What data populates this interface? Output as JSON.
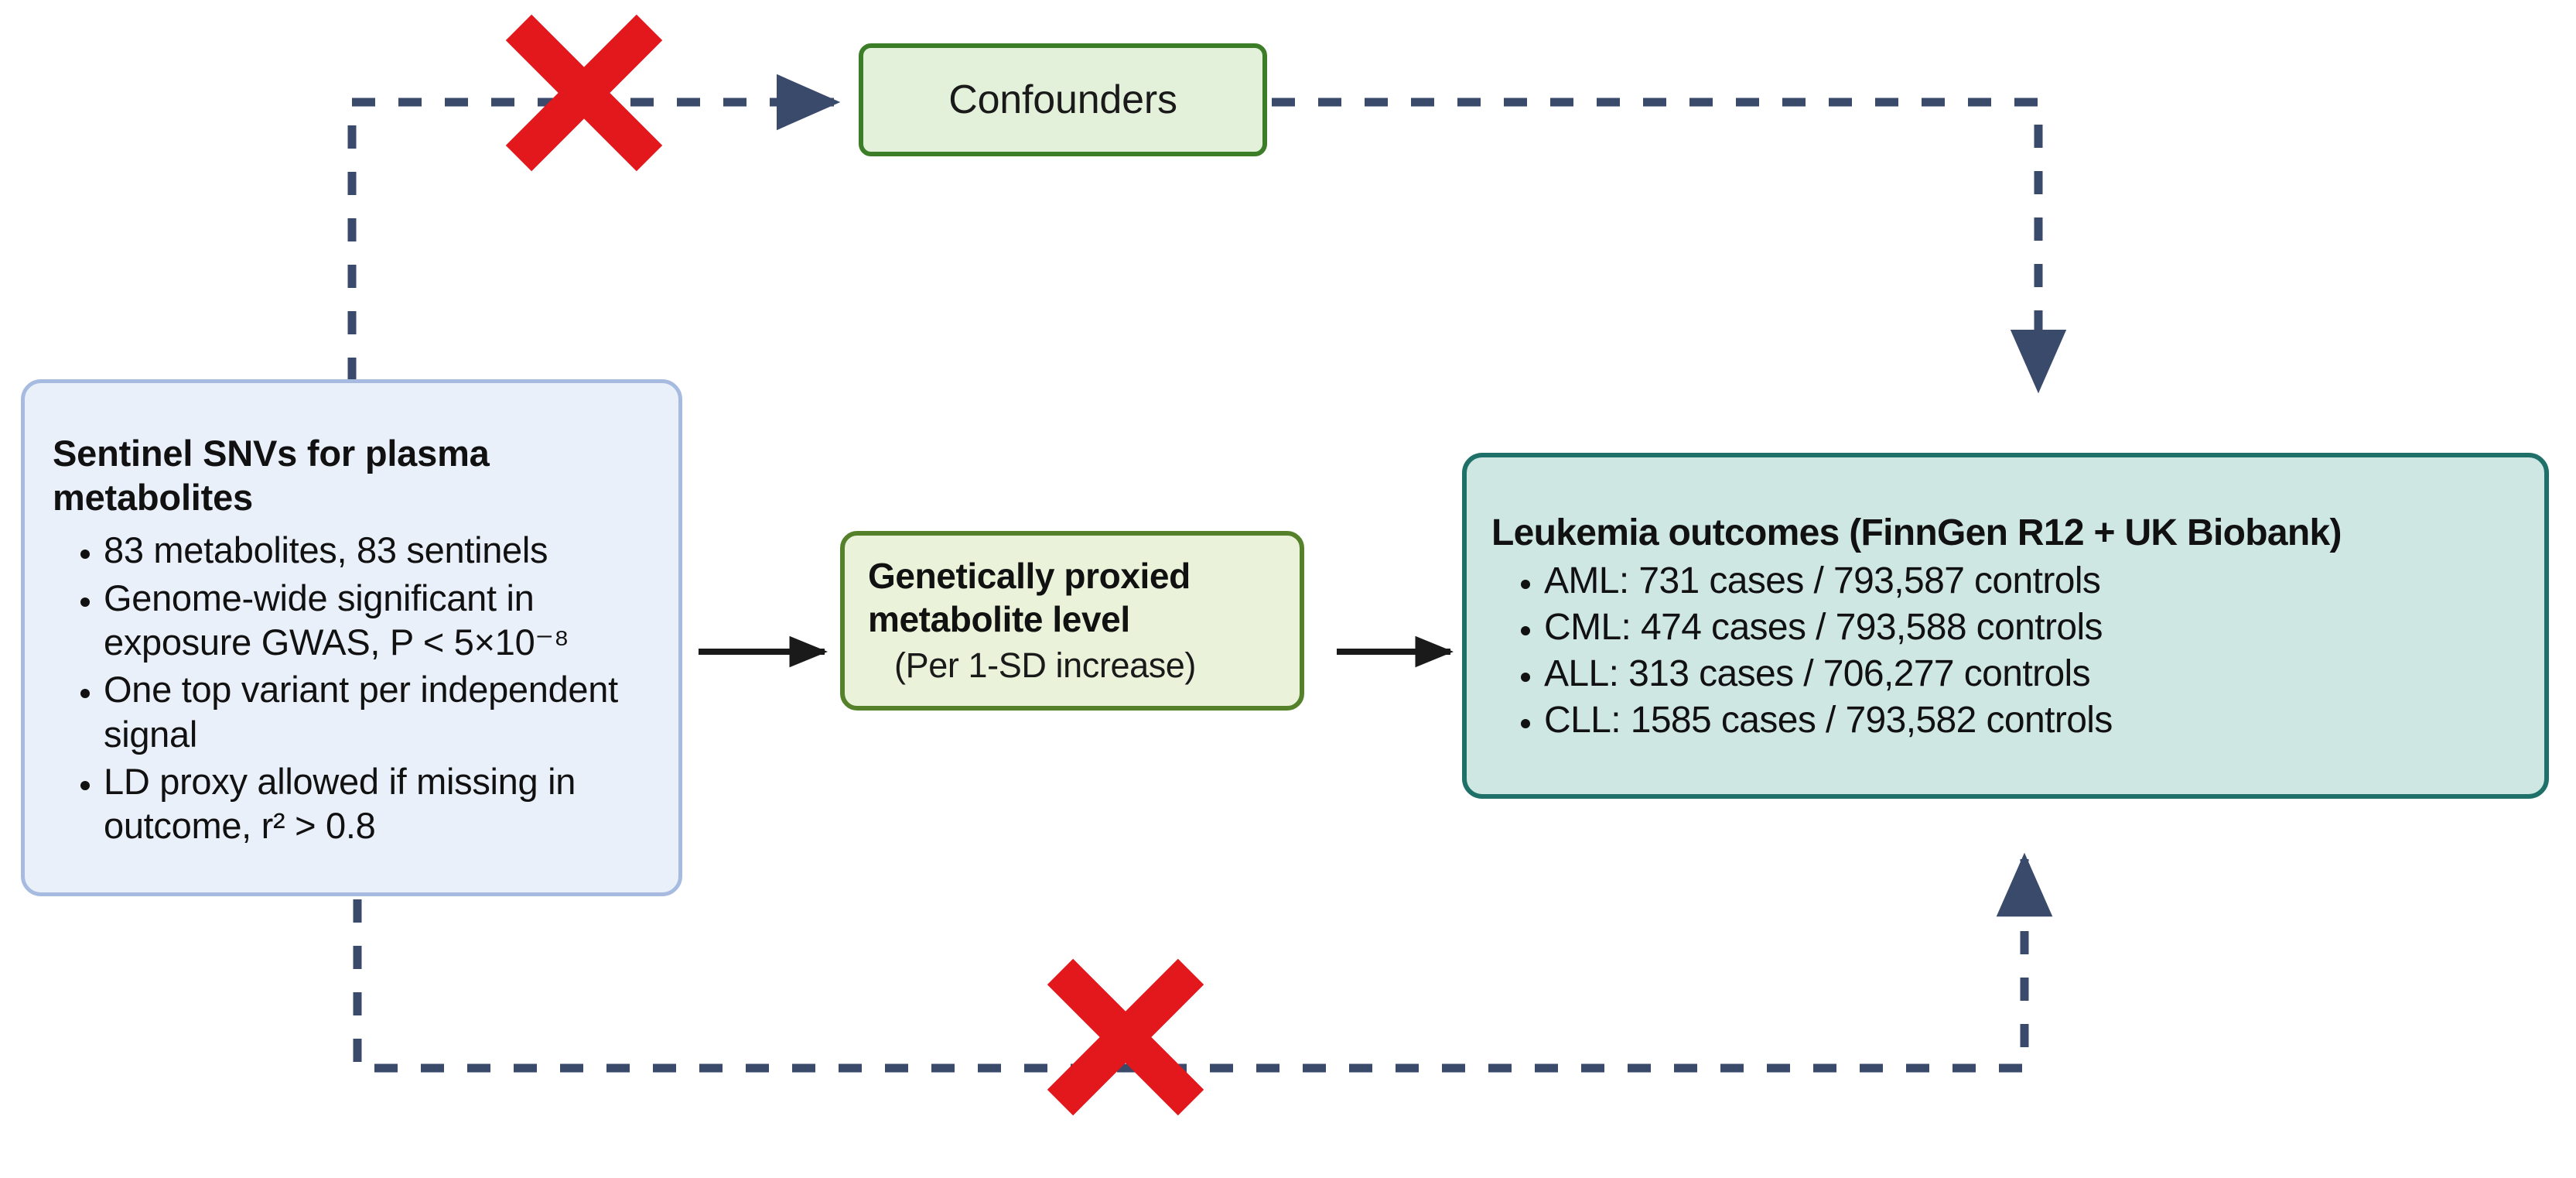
{
  "diagram": {
    "type": "mendelian-randomization-dag",
    "background": "#ffffff",
    "colors": {
      "exposure_fill": "#eaf0fa",
      "exposure_border": "#a6bbdf",
      "confounder_fill": "#e3f1da",
      "confounder_border": "#3c7d28",
      "mediator_fill": "#eaf2da",
      "mediator_border": "#54812a",
      "outcome_fill": "#cfe7e3",
      "outcome_border": "#1f7068",
      "dashed_arrow": "#3a4a6b",
      "solid_arrow": "#1a1a1a",
      "x_mark": "#e2181c"
    }
  },
  "exposure": {
    "title": "Sentinel SNVs for plasma metabolites",
    "bullets": [
      "83 metabolites, 83 sentinels",
      "Genome-wide significant in exposure GWAS, P < 5×10⁻⁸",
      "One top variant per independent signal",
      "LD proxy allowed if missing in outcome, r² > 0.8"
    ]
  },
  "confounders": {
    "title": "Confounders"
  },
  "mediator": {
    "title": "Genetically proxied metabolite level",
    "subtitle": "(Per 1-SD increase)"
  },
  "outcome": {
    "title": "Leukemia outcomes (FinnGen R12 + UK Biobank)",
    "bullets": [
      "AML: 731 cases / 793,587 controls",
      "CML: 474 cases / 793,588 controls",
      "ALL: 313 cases / 706,277 controls",
      "CLL: 1585 cases / 793,582 controls"
    ]
  },
  "edges": [
    {
      "name": "exposure-to-mediator",
      "style": "solid",
      "label": ""
    },
    {
      "name": "mediator-to-outcome",
      "style": "solid",
      "label": ""
    },
    {
      "name": "exposure-to-confounders",
      "style": "dashed",
      "blocked": true
    },
    {
      "name": "confounders-to-outcome",
      "style": "dashed",
      "blocked": false
    },
    {
      "name": "exposure-to-outcome-direct",
      "style": "dashed",
      "blocked": true
    }
  ],
  "markers": {
    "x_top": "violation-blocked",
    "x_bottom": "violation-blocked"
  }
}
